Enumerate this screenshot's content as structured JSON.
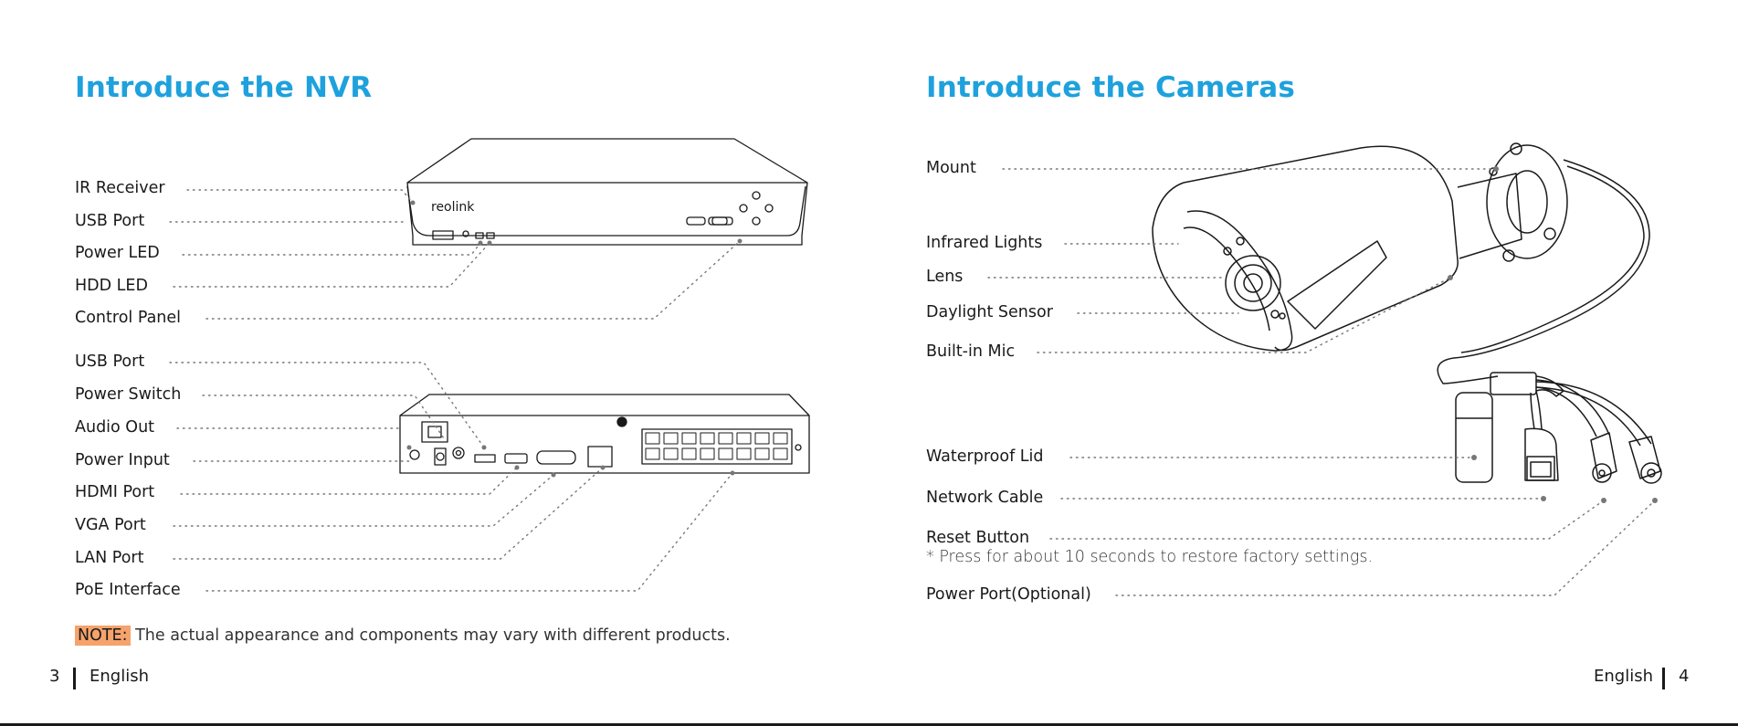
{
  "left_page": {
    "title": "Introduce the NVR",
    "front_labels": [
      "IR Receiver",
      "USB Port",
      "Power LED",
      "HDD LED",
      "Control Panel"
    ],
    "rear_labels": [
      "USB Port",
      "Power Switch",
      "Audio Out",
      "Power Input",
      "HDMI Port",
      "VGA Port",
      "LAN Port",
      "PoE Interface"
    ],
    "brand": "reolink",
    "note_tag": "NOTE:",
    "note_text": " The actual appearance and components may vary with different products.",
    "page_number": "3",
    "language": "English"
  },
  "right_page": {
    "title": "Introduce the Cameras",
    "labels": [
      "Mount",
      "Infrared Lights",
      "Lens",
      "Daylight Sensor",
      "Built-in Mic",
      "Waterproof Lid",
      "Network Cable",
      "Reset Button",
      "Power Port(Optional)"
    ],
    "reset_note": "* Press for about 10 seconds to restore factory settings.",
    "page_number": "4",
    "language": "English"
  },
  "colors": {
    "title_blue": "#1ea1dd",
    "note_orange": "#f6a36b",
    "text": "#1a1a1a"
  }
}
